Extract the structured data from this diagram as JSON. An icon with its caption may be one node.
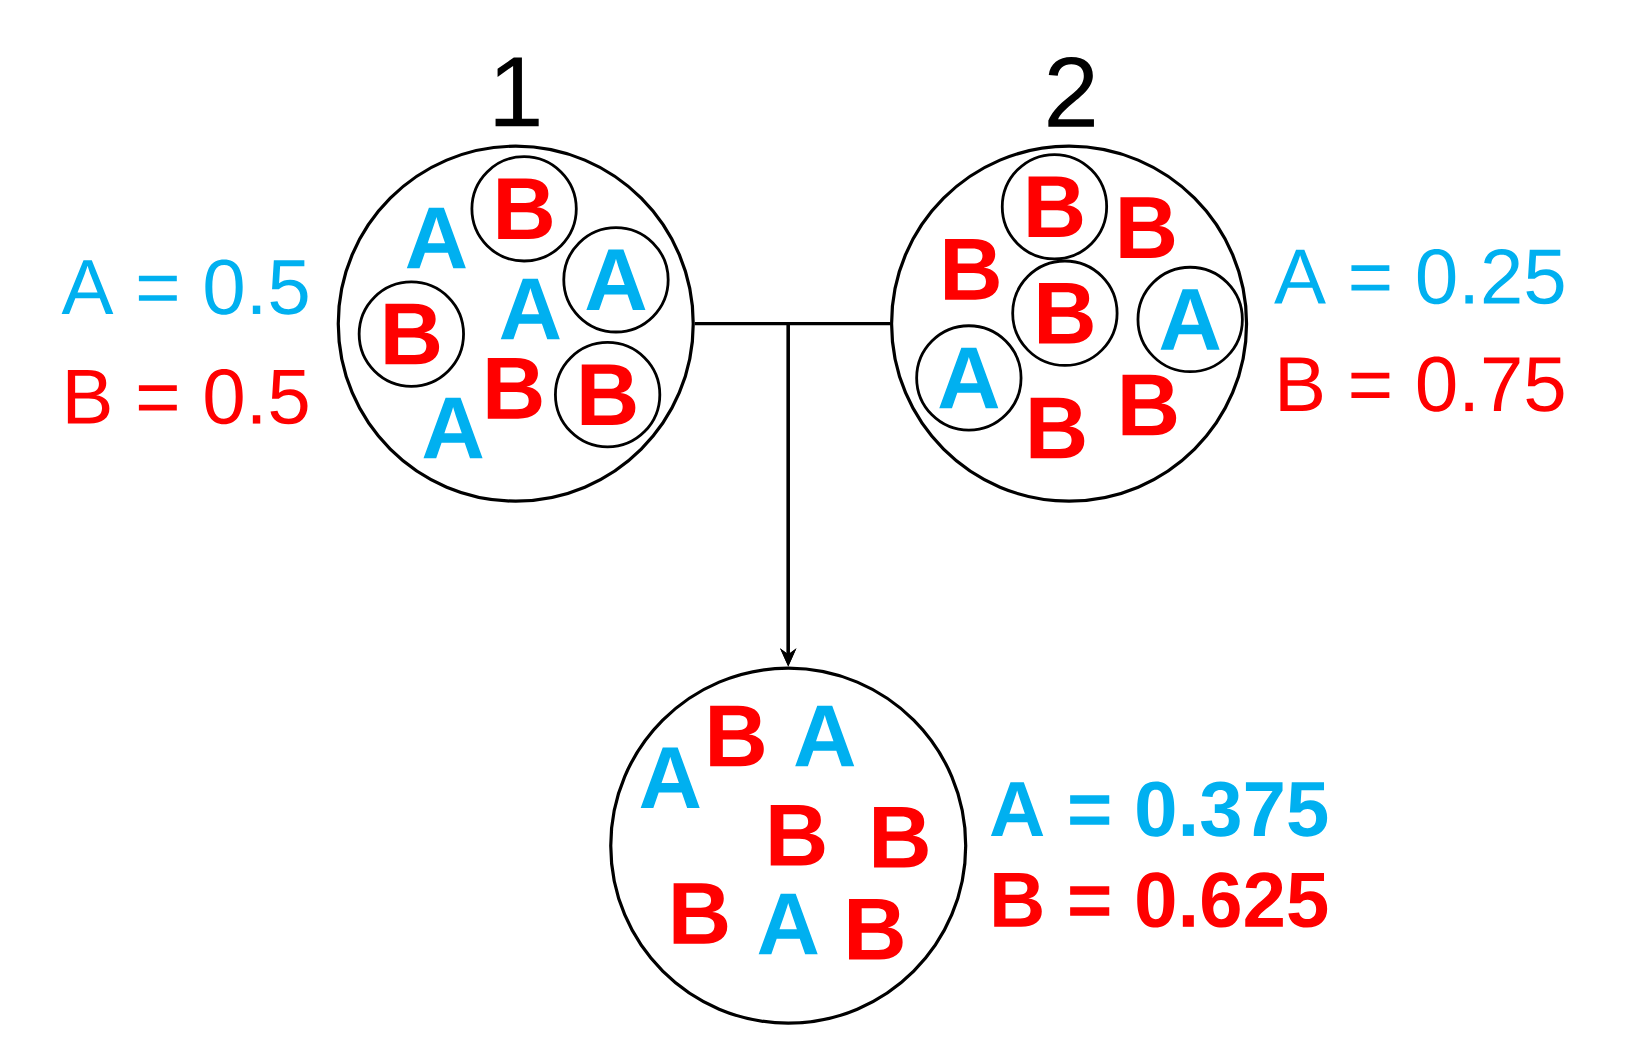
{
  "diagram": {
    "nodes": [
      {
        "text": [
          "1",
          "A",
          "A",
          "B",
          "A"
        ],
        "beside": [
          "A = 0.5",
          "B = 0.5"
        ]
      },
      {
        "text": [
          "B"
        ],
        "in": 0
      },
      {
        "text": [
          "A"
        ],
        "in": 0
      },
      {
        "text": [
          "B"
        ],
        "in": 0
      },
      {
        "text": [
          "B"
        ],
        "in": 0
      },
      {
        "text": [
          "2",
          "B",
          "B",
          "B",
          "B"
        ],
        "beside": [
          "A = 0.25",
          "B = 0.75"
        ]
      },
      {
        "text": [
          "B"
        ],
        "in": 5
      },
      {
        "text": [
          "B"
        ],
        "in": 5
      },
      {
        "text": [
          "A"
        ],
        "in": 5
      },
      {
        "text": [
          "A"
        ],
        "in": 5
      },
      {
        "text": [
          "B",
          "A",
          "A",
          "B",
          "B",
          "B",
          "A",
          "B"
        ],
        "beside": [
          "A = 0.375",
          "B = 0.625"
        ]
      }
    ],
    "edges": [
      {
        "from": 0,
        "to": 10,
        "arrow": "to"
      },
      {
        "from": 5,
        "to": 10,
        "arrow": "to"
      }
    ]
  }
}
